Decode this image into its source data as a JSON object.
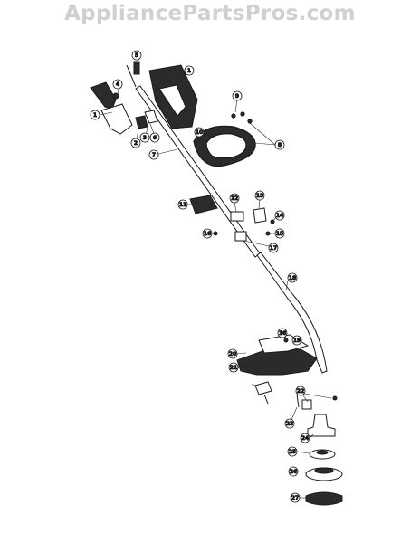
{
  "watermark": "AppliancePartsPros.com",
  "callouts": [
    "1",
    "1",
    "2",
    "3",
    "4",
    "5",
    "6",
    "7",
    "8",
    "9",
    "10",
    "11",
    "12",
    "13",
    "14",
    "15",
    "16",
    "16",
    "17",
    "18",
    "19",
    "20",
    "21",
    "22",
    "23",
    "24",
    "25",
    "26",
    "27"
  ],
  "icons": {
    "part": "part-icon",
    "callout": "callout-icon"
  },
  "colors": {
    "line": "#1a1a1a",
    "part_fill": "#ffffff",
    "part_dark": "#2b2b2b",
    "watermark": "#d0d0d0"
  }
}
